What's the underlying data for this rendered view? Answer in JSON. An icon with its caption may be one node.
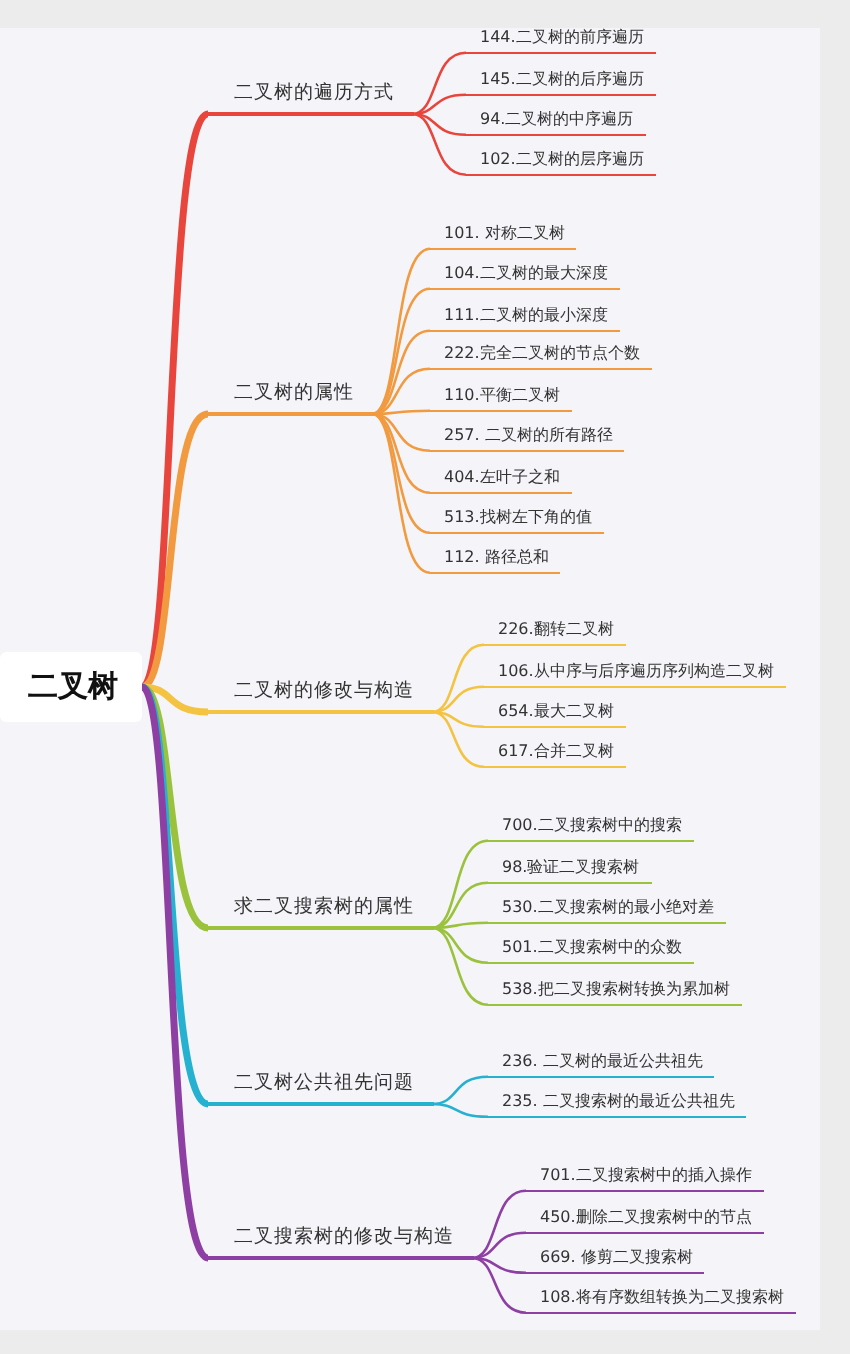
{
  "diagram": {
    "nodes": [
      {
        "text": [
          "二叉树"
        ]
      },
      {
        "text": [
          "二叉树的遍历方式"
        ]
      },
      {
        "text": [
          "144.二叉树的前序遍历"
        ]
      },
      {
        "text": [
          "145.二叉树的后序遍历"
        ]
      },
      {
        "text": [
          "94.二叉树的中序遍历"
        ]
      },
      {
        "text": [
          "102.二叉树的层序遍历"
        ]
      },
      {
        "text": [
          "二叉树的属性"
        ]
      },
      {
        "text": [
          "101. 对称二叉树"
        ]
      },
      {
        "text": [
          "104.二叉树的最大深度"
        ]
      },
      {
        "text": [
          "111.二叉树的最小深度"
        ]
      },
      {
        "text": [
          "222.完全二叉树的节点个数"
        ]
      },
      {
        "text": [
          "110.平衡二叉树"
        ]
      },
      {
        "text": [
          "257. 二叉树的所有路径"
        ]
      },
      {
        "text": [
          "404.左叶子之和"
        ]
      },
      {
        "text": [
          "513.找树左下角的值"
        ]
      },
      {
        "text": [
          "112. 路径总和"
        ]
      },
      {
        "text": [
          "二叉树的修改与构造"
        ]
      },
      {
        "text": [
          "226.翻转二叉树"
        ]
      },
      {
        "text": [
          "106.从中序与后序遍历序列构造二叉树"
        ]
      },
      {
        "text": [
          "654.最大二叉树"
        ]
      },
      {
        "text": [
          "617.合并二叉树"
        ]
      },
      {
        "text": [
          "求二叉搜索树的属性"
        ]
      },
      {
        "text": [
          "700.二叉搜索树中的搜索"
        ]
      },
      {
        "text": [
          "98.验证二叉搜索树"
        ]
      },
      {
        "text": [
          "530.二叉搜索树的最小绝对差"
        ]
      },
      {
        "text": [
          "501.二叉搜索树中的众数"
        ]
      },
      {
        "text": [
          "538.把二叉搜索树转换为累加树"
        ]
      },
      {
        "text": [
          "二叉树公共祖先问题"
        ]
      },
      {
        "text": [
          "236. 二叉树的最近公共祖先"
        ]
      },
      {
        "text": [
          "235. 二叉搜索树的最近公共祖先"
        ]
      },
      {
        "text": [
          "二叉搜索树的修改与构造"
        ]
      },
      {
        "text": [
          "701.二叉搜索树中的插入操作"
        ]
      },
      {
        "text": [
          "450.删除二叉搜索树中的节点"
        ]
      },
      {
        "text": [
          "669. 修剪二叉搜索树"
        ]
      },
      {
        "text": [
          "108.将有序数组转换为二叉搜索树"
        ]
      }
    ],
    "edges": [
      {
        "from": 0,
        "to": 1,
        "arrow": "none",
        "style": "thick",
        "color": "#e8453c"
      },
      {
        "from": 1,
        "to": 2,
        "arrow": "none",
        "color": "#e8453c"
      },
      {
        "from": 1,
        "to": 3,
        "arrow": "none",
        "color": "#e8453c"
      },
      {
        "from": 1,
        "to": 4,
        "arrow": "none",
        "color": "#e8453c"
      },
      {
        "from": 1,
        "to": 5,
        "arrow": "none",
        "color": "#e8453c"
      },
      {
        "from": 0,
        "to": 6,
        "arrow": "none",
        "style": "thick",
        "color": "#f29a3f"
      },
      {
        "from": 6,
        "to": 7,
        "arrow": "none",
        "color": "#f29a3f"
      },
      {
        "from": 6,
        "to": 8,
        "arrow": "none",
        "color": "#f29a3f"
      },
      {
        "from": 6,
        "to": 9,
        "arrow": "none",
        "color": "#f29a3f"
      },
      {
        "from": 6,
        "to": 10,
        "arrow": "none",
        "color": "#f29a3f"
      },
      {
        "from": 6,
        "to": 11,
        "arrow": "none",
        "color": "#f29a3f"
      },
      {
        "from": 6,
        "to": 12,
        "arrow": "none",
        "color": "#f29a3f"
      },
      {
        "from": 6,
        "to": 13,
        "arrow": "none",
        "color": "#f29a3f"
      },
      {
        "from": 6,
        "to": 14,
        "arrow": "none",
        "color": "#f29a3f"
      },
      {
        "from": 6,
        "to": 15,
        "arrow": "none",
        "color": "#f29a3f"
      },
      {
        "from": 0,
        "to": 16,
        "arrow": "none",
        "style": "thick",
        "color": "#f5c342"
      },
      {
        "from": 16,
        "to": 17,
        "arrow": "none",
        "color": "#f5c342"
      },
      {
        "from": 16,
        "to": 18,
        "arrow": "none",
        "color": "#f5c342"
      },
      {
        "from": 16,
        "to": 19,
        "arrow": "none",
        "color": "#f5c342"
      },
      {
        "from": 16,
        "to": 20,
        "arrow": "none",
        "color": "#f5c342"
      },
      {
        "from": 0,
        "to": 21,
        "arrow": "none",
        "style": "thick",
        "color": "#9bc23c"
      },
      {
        "from": 21,
        "to": 22,
        "arrow": "none",
        "color": "#9bc23c"
      },
      {
        "from": 21,
        "to": 23,
        "arrow": "none",
        "color": "#9bc23c"
      },
      {
        "from": 21,
        "to": 24,
        "arrow": "none",
        "color": "#9bc23c"
      },
      {
        "from": 21,
        "to": 25,
        "arrow": "none",
        "color": "#9bc23c"
      },
      {
        "from": 21,
        "to": 26,
        "arrow": "none",
        "color": "#9bc23c"
      },
      {
        "from": 0,
        "to": 27,
        "arrow": "none",
        "style": "thick",
        "color": "#27b1d1"
      },
      {
        "from": 27,
        "to": 28,
        "arrow": "none",
        "color": "#27b1d1"
      },
      {
        "from": 27,
        "to": 29,
        "arrow": "none",
        "color": "#27b1d1"
      },
      {
        "from": 0,
        "to": 30,
        "arrow": "none",
        "style": "thick",
        "color": "#8e3fa3"
      },
      {
        "from": 30,
        "to": 31,
        "arrow": "none",
        "color": "#8e3fa3"
      },
      {
        "from": 30,
        "to": 32,
        "arrow": "none",
        "color": "#8e3fa3"
      },
      {
        "from": 30,
        "to": 33,
        "arrow": "none",
        "color": "#8e3fa3"
      },
      {
        "from": 30,
        "to": 34,
        "arrow": "none",
        "color": "#8e3fa3"
      }
    ]
  }
}
